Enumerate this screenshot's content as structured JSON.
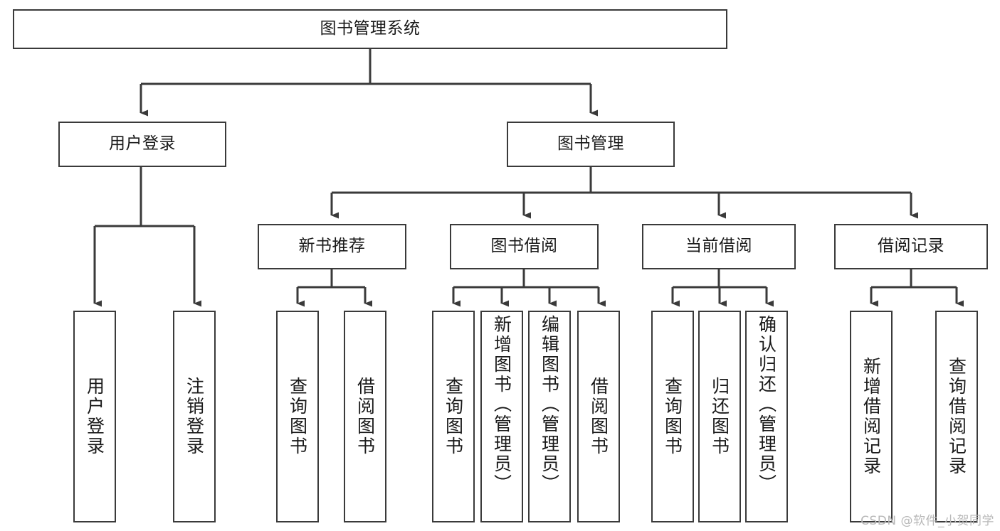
{
  "diagram": {
    "title": "图书管理系统",
    "watermark": "CSDN @软件_小贺同学",
    "colors": {
      "stroke": "#3a3a3a",
      "box_fill": "#ffffff",
      "text": "#1a1a1a",
      "watermark": "#b8b8b8",
      "background": "#ffffff"
    },
    "nodes": {
      "root": {
        "label": "图书管理系统",
        "level": 1,
        "orientation": "horizontal"
      },
      "user_login": {
        "label": "用户登录",
        "level": 2,
        "orientation": "horizontal"
      },
      "book_manage": {
        "label": "图书管理",
        "level": 2,
        "orientation": "horizontal"
      },
      "new_book_rec": {
        "label": "新书推荐",
        "level": 3,
        "orientation": "horizontal"
      },
      "book_borrow": {
        "label": "图书借阅",
        "level": 3,
        "orientation": "horizontal"
      },
      "current_borrow": {
        "label": "当前借阅",
        "level": 3,
        "orientation": "horizontal"
      },
      "borrow_record": {
        "label": "借阅记录",
        "level": 3,
        "orientation": "horizontal"
      },
      "leaf_user_login": {
        "label": "用户登录",
        "level": 4,
        "orientation": "vertical"
      },
      "leaf_logout": {
        "label": "注销登录",
        "level": 4,
        "orientation": "vertical"
      },
      "leaf_query_book_1": {
        "label": "查询图书",
        "level": 4,
        "orientation": "vertical"
      },
      "leaf_borrow_book_1": {
        "label": "借阅图书",
        "level": 4,
        "orientation": "vertical"
      },
      "leaf_query_book_2": {
        "label": "查询图书",
        "level": 4,
        "orientation": "vertical"
      },
      "leaf_add_book": {
        "label": "新增图书（管理员）",
        "level": 4,
        "orientation": "vertical"
      },
      "leaf_edit_book": {
        "label": "编辑图书（管理员）",
        "level": 4,
        "orientation": "vertical"
      },
      "leaf_borrow_book_2": {
        "label": "借阅图书",
        "level": 4,
        "orientation": "vertical"
      },
      "leaf_query_book_3": {
        "label": "查询图书",
        "level": 4,
        "orientation": "vertical"
      },
      "leaf_return_book": {
        "label": "归还图书",
        "level": 4,
        "orientation": "vertical"
      },
      "leaf_confirm_return": {
        "label": "确认归还（管理员）",
        "level": 4,
        "orientation": "vertical"
      },
      "leaf_add_record": {
        "label": "新增借阅记录",
        "level": 4,
        "orientation": "vertical"
      },
      "leaf_query_record": {
        "label": "查询借阅记录",
        "level": 4,
        "orientation": "vertical"
      }
    },
    "edges": [
      {
        "from": "root",
        "to": "user_login"
      },
      {
        "from": "root",
        "to": "book_manage"
      },
      {
        "from": "book_manage",
        "to": "new_book_rec"
      },
      {
        "from": "book_manage",
        "to": "book_borrow"
      },
      {
        "from": "book_manage",
        "to": "current_borrow"
      },
      {
        "from": "book_manage",
        "to": "borrow_record"
      },
      {
        "from": "user_login",
        "to": "leaf_user_login"
      },
      {
        "from": "user_login",
        "to": "leaf_logout"
      },
      {
        "from": "new_book_rec",
        "to": "leaf_query_book_1"
      },
      {
        "from": "new_book_rec",
        "to": "leaf_borrow_book_1"
      },
      {
        "from": "book_borrow",
        "to": "leaf_query_book_2"
      },
      {
        "from": "book_borrow",
        "to": "leaf_add_book"
      },
      {
        "from": "book_borrow",
        "to": "leaf_edit_book"
      },
      {
        "from": "book_borrow",
        "to": "leaf_borrow_book_2"
      },
      {
        "from": "current_borrow",
        "to": "leaf_query_book_3"
      },
      {
        "from": "current_borrow",
        "to": "leaf_return_book"
      },
      {
        "from": "current_borrow",
        "to": "leaf_confirm_return"
      },
      {
        "from": "borrow_record",
        "to": "leaf_add_record"
      },
      {
        "from": "borrow_record",
        "to": "leaf_query_record"
      }
    ]
  }
}
